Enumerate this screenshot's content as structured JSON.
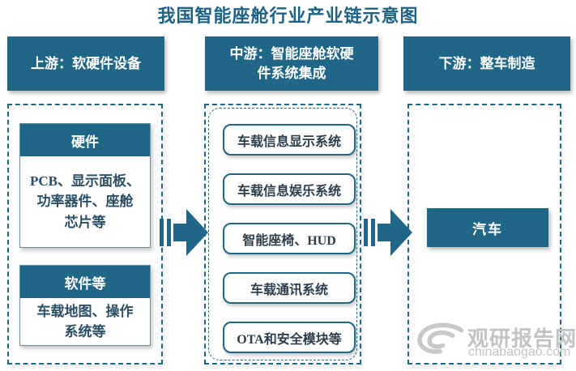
{
  "title": "我国智能座舱行业产业链示意图",
  "colors": {
    "teal": "#206687",
    "title_text": "#1d6283",
    "content_text": "#2c4f66",
    "item_text": "#2c3e4c",
    "watermark_gray": "#c3c3c3"
  },
  "upstream": {
    "header": "上游：软硬件设备",
    "hardware": {
      "label": "硬件",
      "content": "PCB、显示面板、\n功率器件、座舱\n芯片等"
    },
    "software": {
      "label": "软件等",
      "content": "车载地图、操作\n系统等"
    }
  },
  "midstream": {
    "header": "中游：智能座舱软硬\n件系统集成",
    "items": [
      "车载信息显示系统",
      "车载信息娱乐系统",
      "智能座椅、HUD",
      "车载通讯系统",
      "OTA和安全模块等"
    ]
  },
  "downstream": {
    "header": "下游：整车制造",
    "product": "汽车"
  },
  "watermark": {
    "brand": "观研报告网",
    "domain": "chinabaogao.com"
  }
}
